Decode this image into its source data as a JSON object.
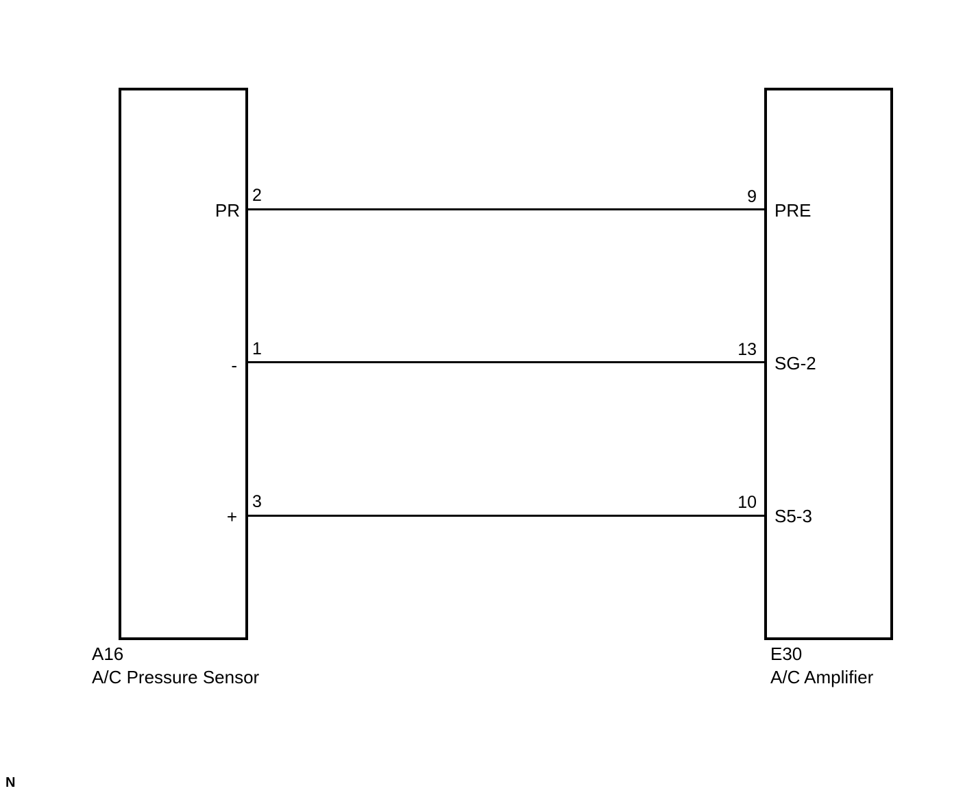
{
  "left_component": {
    "id": "A16",
    "name": "A/C Pressure Sensor",
    "terminals": [
      {
        "pin": "2",
        "signal": "PR"
      },
      {
        "pin": "1",
        "signal": "-"
      },
      {
        "pin": "3",
        "signal": "+"
      }
    ]
  },
  "right_component": {
    "id": "E30",
    "name": "A/C Amplifier",
    "terminals": [
      {
        "pin": "9",
        "signal": "PRE"
      },
      {
        "pin": "13",
        "signal": "SG-2"
      },
      {
        "pin": "10",
        "signal": "S5-3"
      }
    ]
  },
  "corner_mark": "N"
}
